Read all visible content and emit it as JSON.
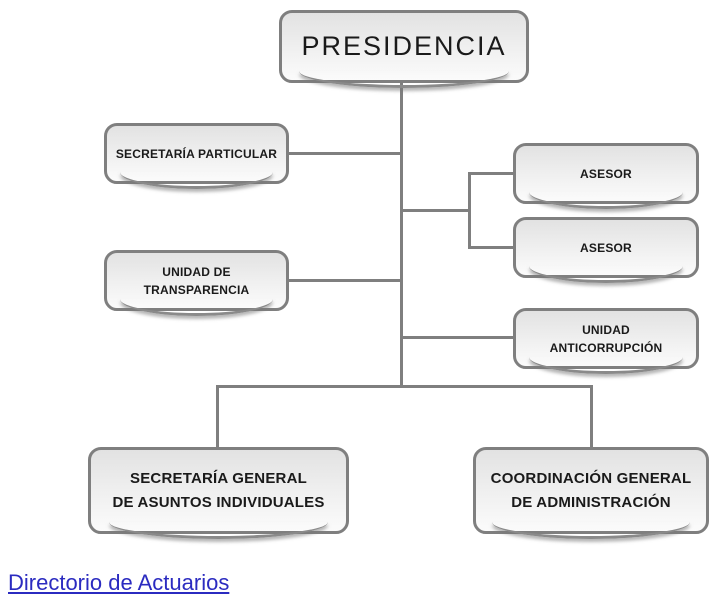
{
  "nodes": {
    "presidencia": {
      "label": "PRESIDENCIA"
    },
    "secretaria_particular": {
      "label": "SECRETARÍA PARTICULAR"
    },
    "asesor1": {
      "label": "ASESOR"
    },
    "asesor2": {
      "label": "ASESOR"
    },
    "unidad_transparencia": {
      "line1": "UNIDAD DE",
      "line2": "TRANSPARENCIA"
    },
    "unidad_anticorrupcion": {
      "line1": "UNIDAD",
      "line2": "ANTICORRUPCIÓN"
    },
    "secretaria_general": {
      "line1": "SECRETARÍA GENERAL",
      "line2": "DE ASUNTOS INDIVIDUALES"
    },
    "coordinacion_general": {
      "line1": "COORDINACIÓN GENERAL",
      "line2": "DE ADMINISTRACIÓN"
    }
  },
  "hierarchy": {
    "root": "PRESIDENCIA",
    "children_of_root": [
      "SECRETARÍA PARTICULAR",
      "ASESOR",
      "ASESOR",
      "UNIDAD DE TRANSPARENCIA",
      "UNIDAD ANTICORRUPCIÓN",
      "SECRETARÍA GENERAL DE ASUNTOS INDIVIDUALES",
      "COORDINACIÓN GENERAL DE ADMINISTRACIÓN"
    ]
  },
  "footer_link": {
    "label": "Directorio de Actuarios"
  },
  "colors": {
    "box_border": "#7f7f7f",
    "box_fill_top": "#e2e2e2",
    "box_fill_mid": "#efefef",
    "box_fill_bottom": "#fbfbfb",
    "connector": "#7f7f7f",
    "text": "#1a1a1a",
    "link": "#2b2bc0",
    "background": "#ffffff"
  }
}
